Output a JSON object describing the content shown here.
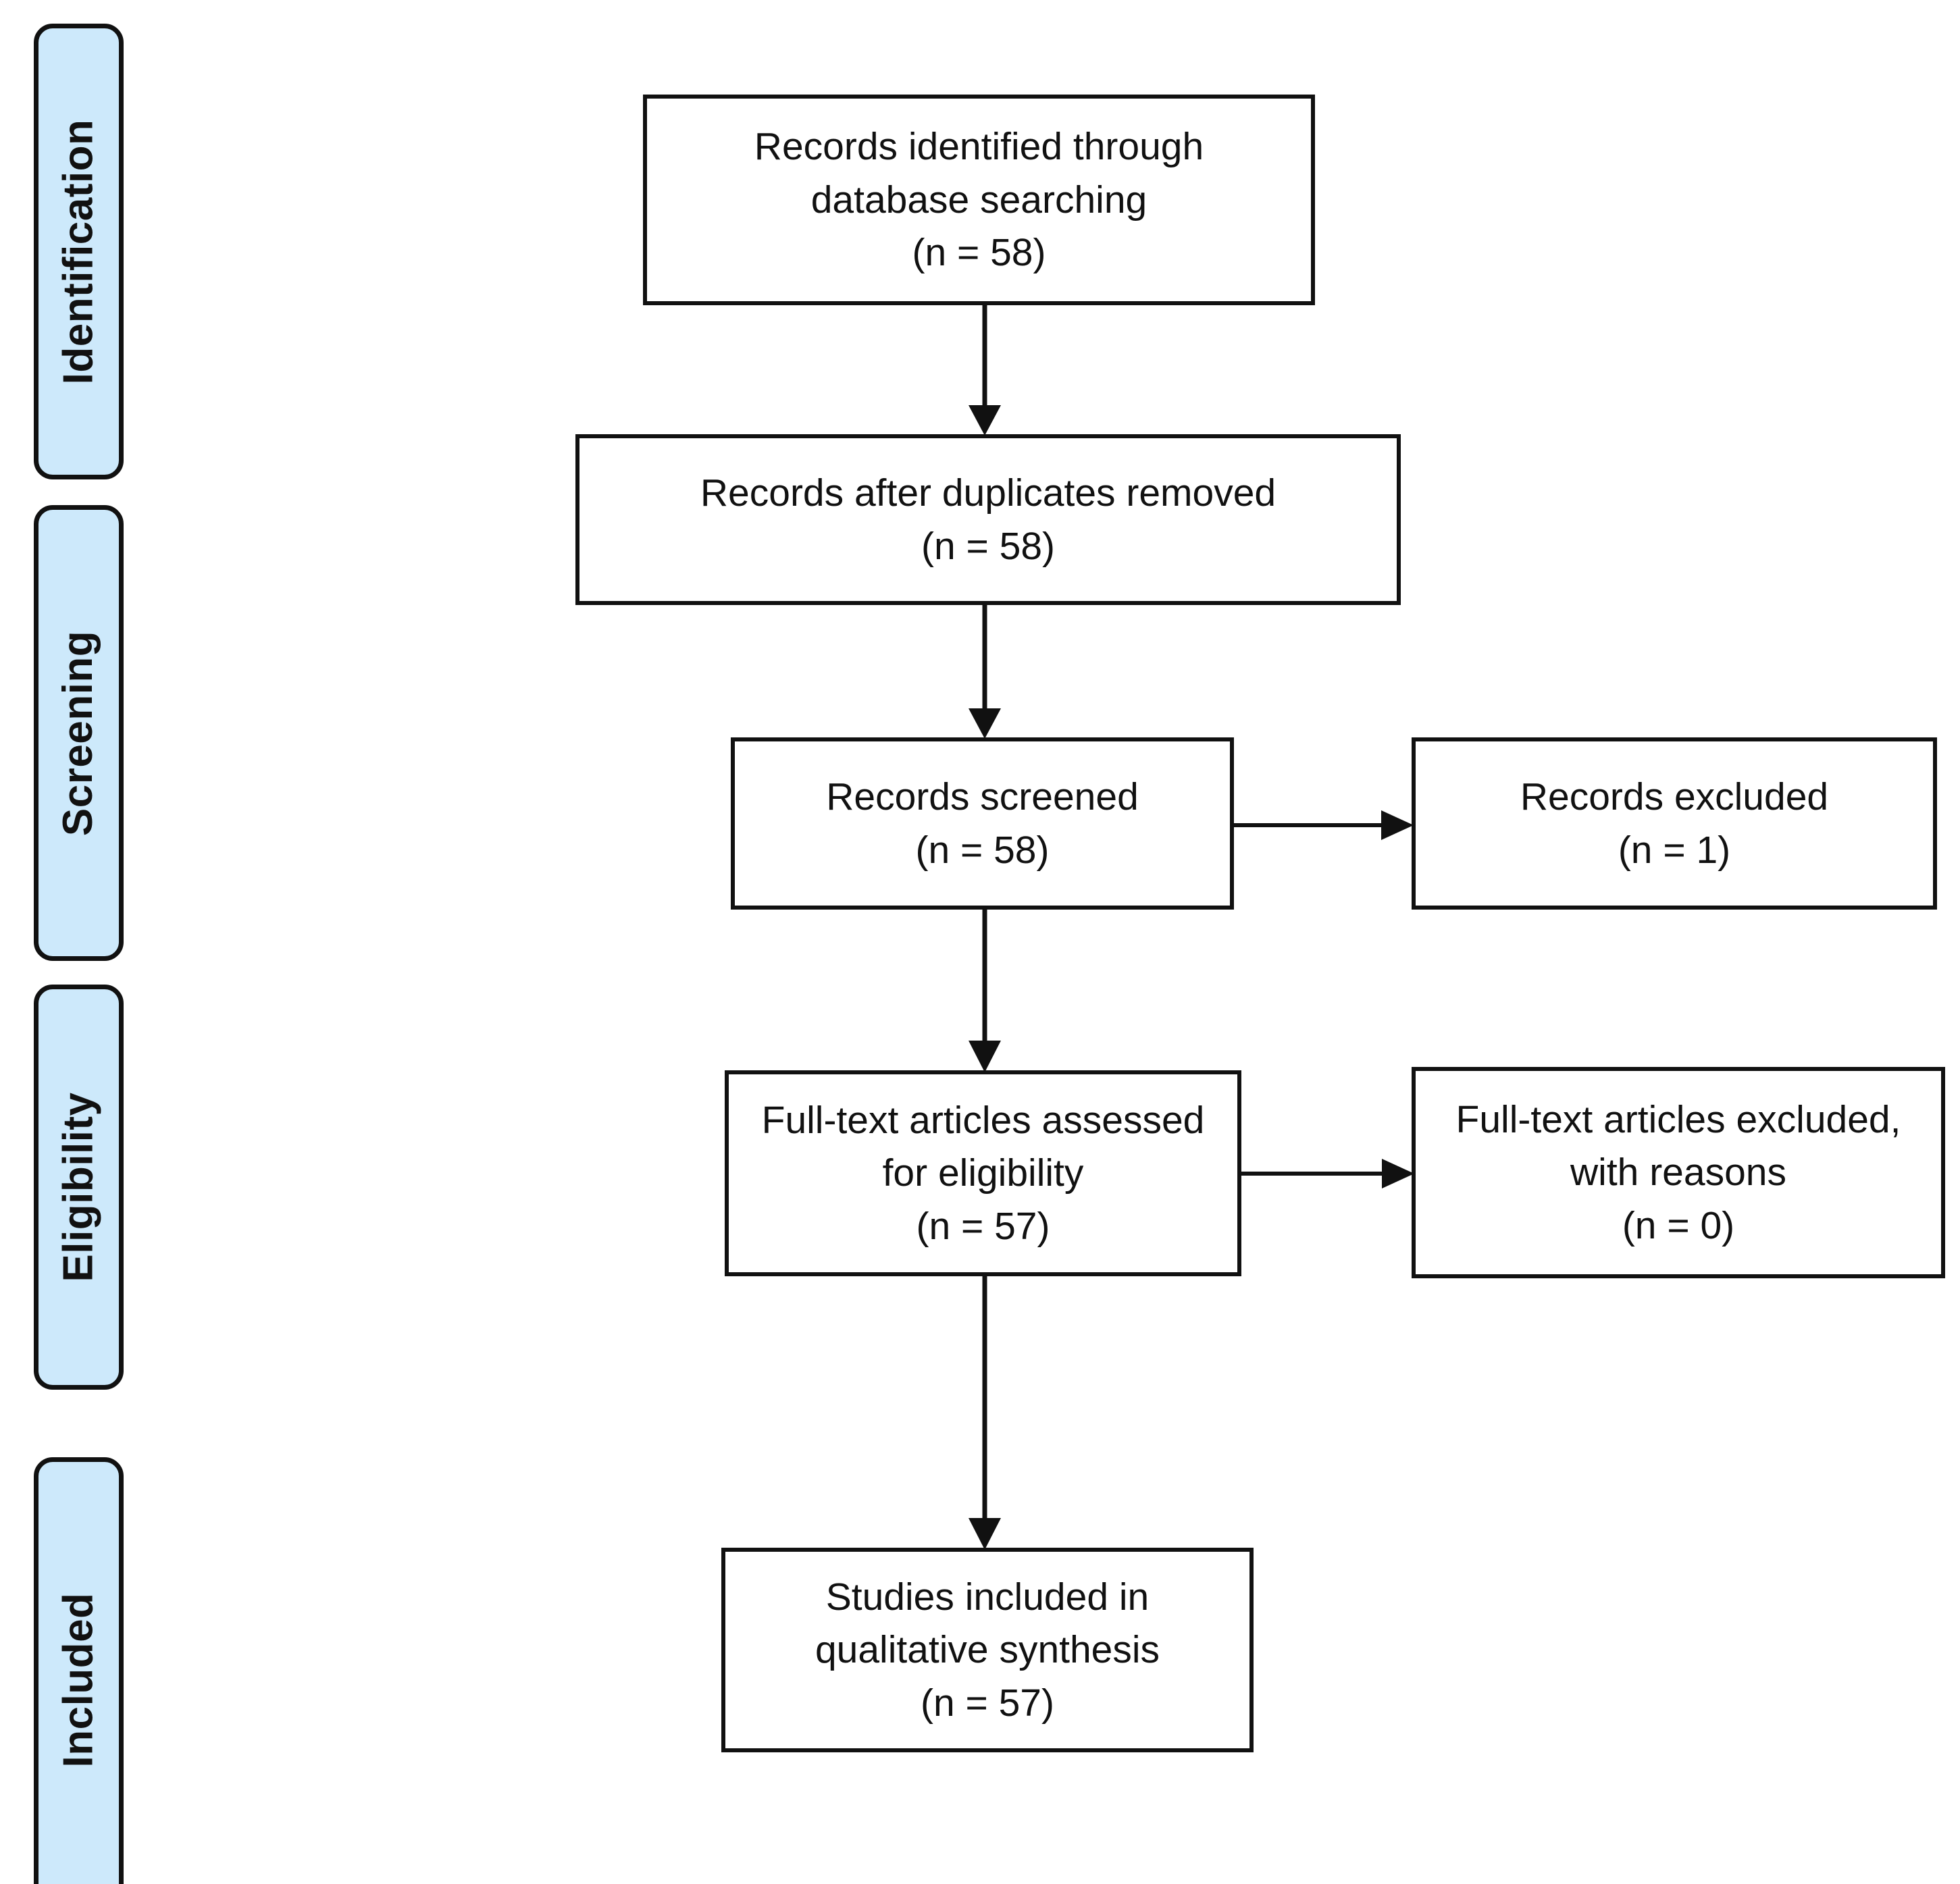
{
  "diagram": {
    "type": "PRISMA flow diagram",
    "stages": [
      {
        "id": "identification",
        "label": "Identification"
      },
      {
        "id": "screening",
        "label": "Screening"
      },
      {
        "id": "eligibility",
        "label": "Eligibility"
      },
      {
        "id": "included",
        "label": "Included"
      }
    ],
    "nodes": [
      {
        "id": "records-identified",
        "label": "Records identified through\ndatabase searching\n(n = 58)",
        "count_label": "(n = 58)",
        "count": 58
      },
      {
        "id": "records-after-duplicates",
        "label": "Records after duplicates removed\n(n = 58)",
        "count_label": "(n = 58)",
        "count": 58
      },
      {
        "id": "records-screened",
        "label": "Records screened\n(n = 58)",
        "count_label": "(n = 58)",
        "count": 58
      },
      {
        "id": "records-excluded",
        "label": "Records excluded\n(n = 1)",
        "count_label": "(n = 1)",
        "count": 1
      },
      {
        "id": "fulltext-assessed",
        "label": "Full-text articles assessed\nfor eligibility\n(n = 57)",
        "count_label": "(n = 57)",
        "count": 57
      },
      {
        "id": "fulltext-excluded",
        "label": "Full-text articles excluded,\nwith reasons\n(n = 0)",
        "count_label": "(n = 0)",
        "count": 0
      },
      {
        "id": "studies-included",
        "label": "Studies included in\nqualitative synthesis\n(n = 57)",
        "count_label": "(n = 57)",
        "count": 57
      }
    ],
    "edges": [
      {
        "from": "records-identified",
        "to": "records-after-duplicates",
        "direction": "down"
      },
      {
        "from": "records-after-duplicates",
        "to": "records-screened",
        "direction": "down"
      },
      {
        "from": "records-screened",
        "to": "records-excluded",
        "direction": "right"
      },
      {
        "from": "records-screened",
        "to": "fulltext-assessed",
        "direction": "down"
      },
      {
        "from": "fulltext-assessed",
        "to": "fulltext-excluded",
        "direction": "right"
      },
      {
        "from": "fulltext-assessed",
        "to": "studies-included",
        "direction": "down"
      }
    ],
    "colors": {
      "stage_fill": "#cde9fb",
      "stage_border": "#111111",
      "box_fill": "#ffffff",
      "box_border": "#111111",
      "arrow": "#111111",
      "background": "#ffffff"
    }
  }
}
